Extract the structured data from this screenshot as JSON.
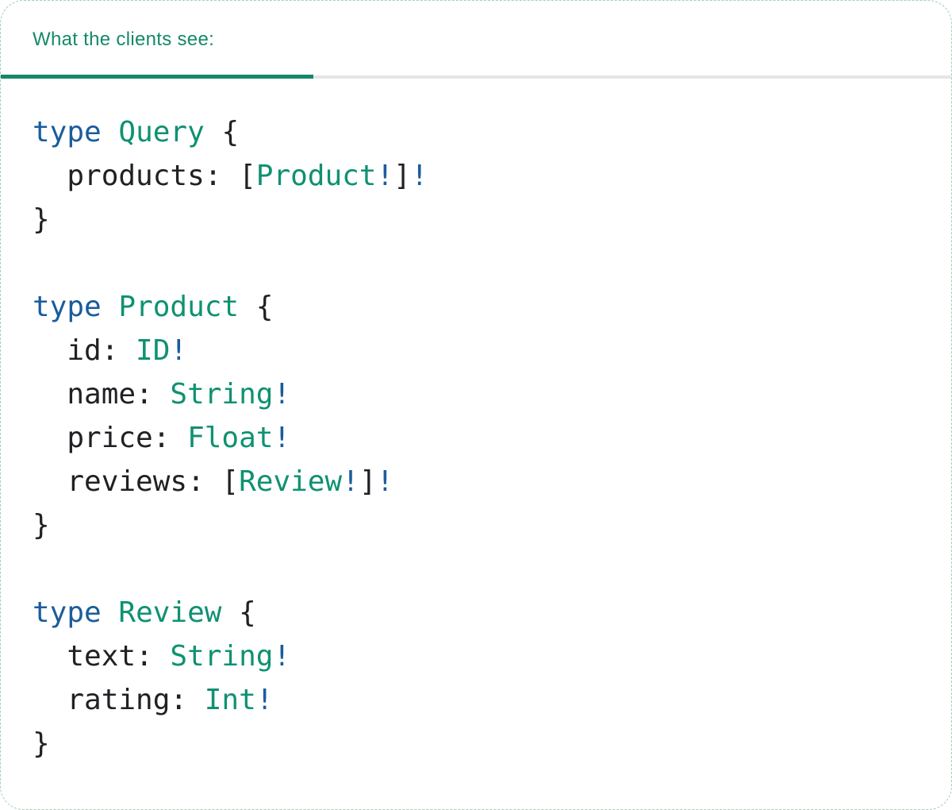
{
  "tabs": [
    {
      "label": "What the clients see:",
      "active": true
    }
  ],
  "colors": {
    "keyword": "#1a5c9d",
    "typename": "#0f9172",
    "plain": "#202124",
    "bang": "#1a5c9d",
    "tab_accent": "#15886a",
    "divider": "#e5e5e5",
    "panel_border": "#a5cfb8"
  },
  "code": {
    "lines": [
      [
        {
          "t": "type",
          "c": "keyword"
        },
        {
          "t": " ",
          "c": "plain"
        },
        {
          "t": "Query",
          "c": "typename"
        },
        {
          "t": " {",
          "c": "plain"
        }
      ],
      [
        {
          "t": "  products: [",
          "c": "plain"
        },
        {
          "t": "Product",
          "c": "typename"
        },
        {
          "t": "!",
          "c": "bang"
        },
        {
          "t": "]",
          "c": "plain"
        },
        {
          "t": "!",
          "c": "bang"
        }
      ],
      [
        {
          "t": "}",
          "c": "plain"
        }
      ],
      [],
      [
        {
          "t": "type",
          "c": "keyword"
        },
        {
          "t": " ",
          "c": "plain"
        },
        {
          "t": "Product",
          "c": "typename"
        },
        {
          "t": " {",
          "c": "plain"
        }
      ],
      [
        {
          "t": "  id: ",
          "c": "plain"
        },
        {
          "t": "ID",
          "c": "typename"
        },
        {
          "t": "!",
          "c": "bang"
        }
      ],
      [
        {
          "t": "  name: ",
          "c": "plain"
        },
        {
          "t": "String",
          "c": "typename"
        },
        {
          "t": "!",
          "c": "bang"
        }
      ],
      [
        {
          "t": "  price: ",
          "c": "plain"
        },
        {
          "t": "Float",
          "c": "typename"
        },
        {
          "t": "!",
          "c": "bang"
        }
      ],
      [
        {
          "t": "  reviews: [",
          "c": "plain"
        },
        {
          "t": "Review",
          "c": "typename"
        },
        {
          "t": "!",
          "c": "bang"
        },
        {
          "t": "]",
          "c": "plain"
        },
        {
          "t": "!",
          "c": "bang"
        }
      ],
      [
        {
          "t": "}",
          "c": "plain"
        }
      ],
      [],
      [
        {
          "t": "type",
          "c": "keyword"
        },
        {
          "t": " ",
          "c": "plain"
        },
        {
          "t": "Review",
          "c": "typename"
        },
        {
          "t": " {",
          "c": "plain"
        }
      ],
      [
        {
          "t": "  text: ",
          "c": "plain"
        },
        {
          "t": "String",
          "c": "typename"
        },
        {
          "t": "!",
          "c": "bang"
        }
      ],
      [
        {
          "t": "  rating: ",
          "c": "plain"
        },
        {
          "t": "Int",
          "c": "typename"
        },
        {
          "t": "!",
          "c": "bang"
        }
      ],
      [
        {
          "t": "}",
          "c": "plain"
        }
      ]
    ]
  }
}
